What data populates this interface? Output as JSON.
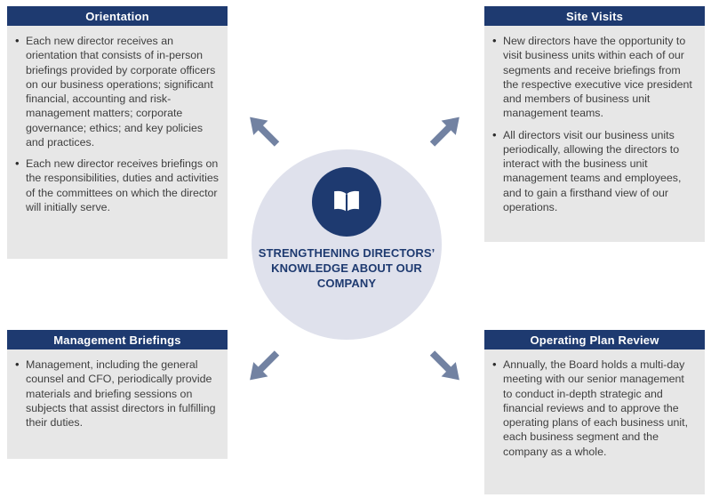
{
  "diagram": {
    "center": {
      "title": "STRENGTHENING DIRECTORS’ KNOWLEDGE ABOUT OUR COMPANY",
      "icon": "open-book"
    },
    "panels": [
      {
        "id": "orientation",
        "title": "Orientation",
        "bullets": [
          "Each new director receives an orientation that consists of in-person briefings provided by corporate officers on our business operations; significant financial, accounting and risk-management matters; corporate governance; ethics; and key policies and practices.",
          "Each new director receives briefings on the responsibilities, duties and activities of the committees on which the director will initially serve."
        ]
      },
      {
        "id": "site-visits",
        "title": "Site Visits",
        "bullets": [
          "New directors have the opportunity to visit business units within each of our segments and receive briefings from the respective executive vice president and members of business unit management teams.",
          "All directors visit our business units periodically, allowing the directors to interact with the business unit management teams and employees, and to gain a firsthand view of our operations."
        ]
      },
      {
        "id": "management-briefings",
        "title": "Management Briefings",
        "bullets": [
          "Management, including the general counsel and CFO, periodically provide materials and briefing sessions on subjects that assist directors in fulfilling their duties."
        ]
      },
      {
        "id": "operating-plan-review",
        "title": "Operating Plan Review",
        "bullets": [
          "Annually, the Board holds a multi-day meeting with our senior management to conduct in-depth strategic and financial reviews and to approve the operating plans of each business unit, each business segment and the company as a whole."
        ]
      }
    ],
    "colors": {
      "header_bg": "#1e3a70",
      "panel_bg": "#e7e7e7",
      "circle_bg": "#dfe1ec",
      "inner_circle_bg": "#1e3a70",
      "arrow": "#7282a2",
      "body_text": "#3f3f3f"
    }
  }
}
